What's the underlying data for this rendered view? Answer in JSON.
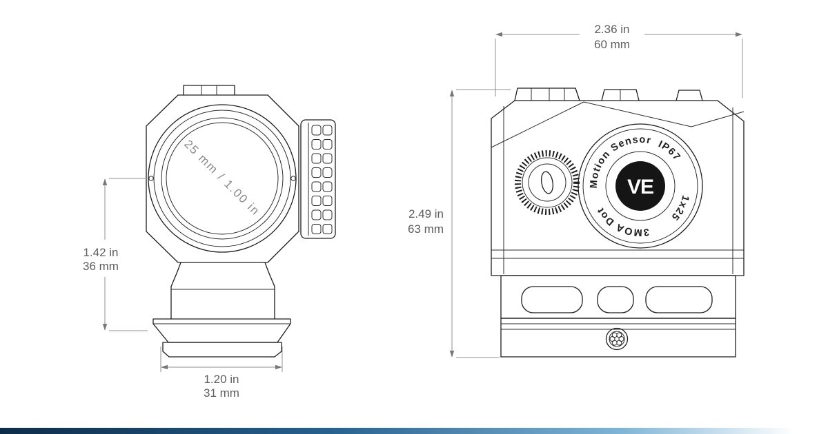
{
  "colors": {
    "line": "#1c1c1c",
    "dimension": "#5e5e5e",
    "gradient": [
      "#0d2c49",
      "#27618f",
      "#7fb4d6",
      "#ffffff"
    ]
  },
  "front_view": {
    "lens_label": "25 mm / 1.00 in",
    "height_dim": {
      "inches": "1.42 in",
      "metric": "36 mm"
    },
    "width_dim": {
      "inches": "1.20 in",
      "metric": "31 mm"
    }
  },
  "side_view": {
    "length_dim": {
      "inches": "2.36 in",
      "metric": "60 mm"
    },
    "height_dim": {
      "inches": "2.49 in",
      "metric": "63 mm"
    },
    "cap_ring": {
      "label_top_left": "Motion Sensor",
      "label_top_right": "IP67",
      "label_right": "1x25",
      "label_bottom": "3MOA Dot"
    },
    "logo_text": "VE"
  }
}
